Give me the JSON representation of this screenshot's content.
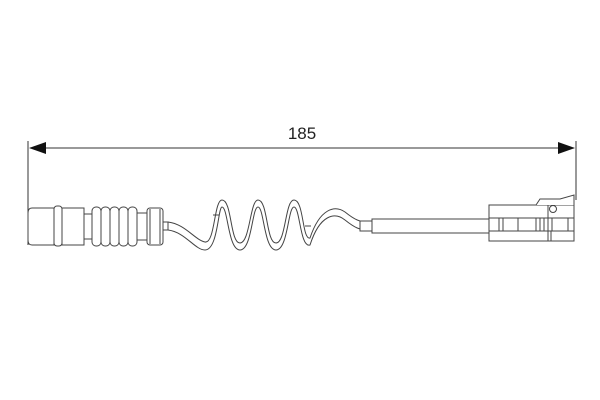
{
  "diagram": {
    "type": "technical-drawing",
    "subject": "brake pad wear sensor with coiled cable",
    "dimension": {
      "value": "185",
      "orientation": "horizontal"
    },
    "parts": [
      "left-round-connector",
      "ribbed-boot",
      "coiled-cable",
      "straight-wire",
      "right-flat-connector"
    ],
    "colors": {
      "line": "#333333",
      "background": "#ffffff"
    }
  }
}
